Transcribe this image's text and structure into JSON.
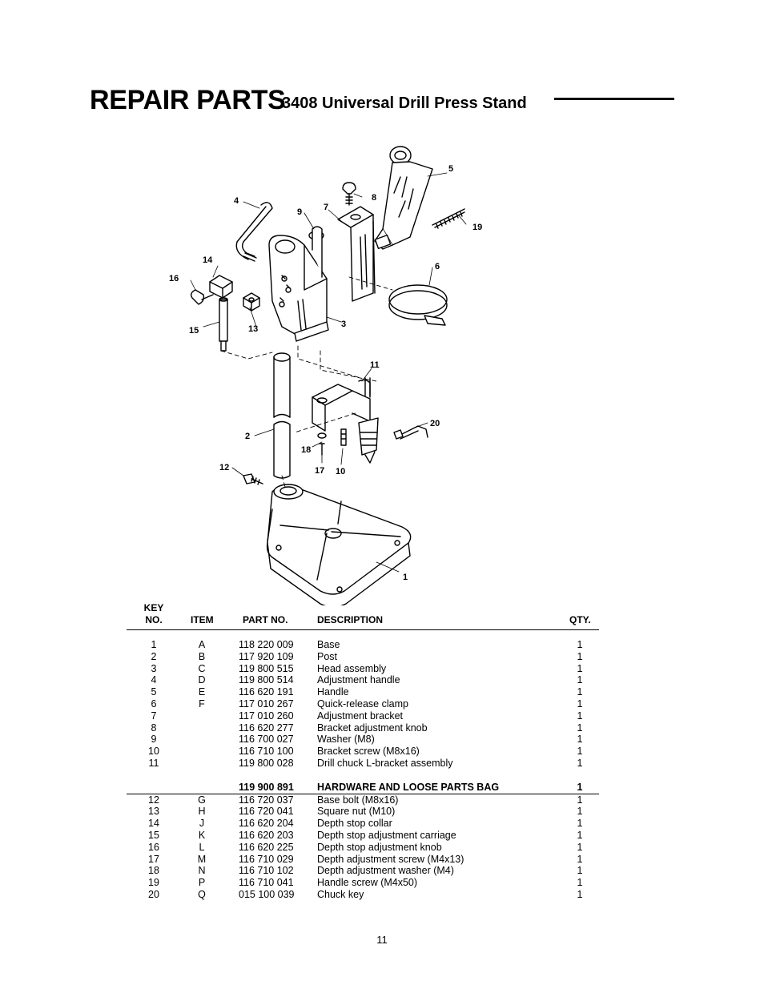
{
  "header": {
    "title": "REPAIR PARTS",
    "subtitle": "3408 Universal Drill Press Stand"
  },
  "diagram": {
    "callouts": [
      "1",
      "2",
      "3",
      "4",
      "5",
      "6",
      "7",
      "8",
      "9",
      "10",
      "11",
      "12",
      "13",
      "14",
      "15",
      "16",
      "17",
      "18",
      "19",
      "20"
    ]
  },
  "table": {
    "headers": {
      "key_line1": "KEY",
      "key_line2": "NO.",
      "item": "ITEM",
      "part": "PART NO.",
      "description": "DESCRIPTION",
      "qty": "QTY."
    },
    "rows_main": [
      {
        "key": "1",
        "item": "A",
        "part": "118 220 009",
        "description": "Base",
        "qty": "1"
      },
      {
        "key": "2",
        "item": "B",
        "part": "117 920 109",
        "description": "Post",
        "qty": "1"
      },
      {
        "key": "3",
        "item": "C",
        "part": "119 800 515",
        "description": "Head assembly",
        "qty": "1"
      },
      {
        "key": "4",
        "item": "D",
        "part": "119 800 514",
        "description": "Adjustment handle",
        "qty": "1"
      },
      {
        "key": "5",
        "item": "E",
        "part": "116 620 191",
        "description": "Handle",
        "qty": "1"
      },
      {
        "key": "6",
        "item": "F",
        "part": "117 010 267",
        "description": "Quick-release clamp",
        "qty": "1"
      },
      {
        "key": "7",
        "item": "",
        "part": "117 010 260",
        "description": "Adjustment bracket",
        "qty": "1"
      },
      {
        "key": "8",
        "item": "",
        "part": "116 620 277",
        "description": "Bracket adjustment knob",
        "qty": "1"
      },
      {
        "key": "9",
        "item": "",
        "part": "116 700 027",
        "description": "Washer (M8)",
        "qty": "1"
      },
      {
        "key": "10",
        "item": "",
        "part": "116 710 100",
        "description": "Bracket screw (M8x16)",
        "qty": "1"
      },
      {
        "key": "11",
        "item": "",
        "part": "119 800 028",
        "description": "Drill chuck L-bracket assembly",
        "qty": "1"
      }
    ],
    "bag_row": {
      "part": "119 900 891",
      "description": "HARDWARE AND LOOSE PARTS BAG",
      "qty": "1"
    },
    "rows_bag": [
      {
        "key": "12",
        "item": "G",
        "part": "116 720 037",
        "description": "Base bolt (M8x16)",
        "qty": "1"
      },
      {
        "key": "13",
        "item": "H",
        "part": "116 720 041",
        "description": "Square nut (M10)",
        "qty": "1"
      },
      {
        "key": "14",
        "item": "J",
        "part": "116 620 204",
        "description": "Depth stop collar",
        "qty": "1"
      },
      {
        "key": "15",
        "item": "K",
        "part": "116 620 203",
        "description": "Depth stop adjustment carriage",
        "qty": "1"
      },
      {
        "key": "16",
        "item": "L",
        "part": "116 620 225",
        "description": "Depth stop adjustment knob",
        "qty": "1"
      },
      {
        "key": "17",
        "item": "M",
        "part": "116 710 029",
        "description": "Depth adjustment screw (M4x13)",
        "qty": "1"
      },
      {
        "key": "18",
        "item": "N",
        "part": "116 710 102",
        "description": "Depth adjustment washer (M4)",
        "qty": "1"
      },
      {
        "key": "19",
        "item": "P",
        "part": "116 710 041",
        "description": "Handle screw (M4x50)",
        "qty": "1"
      },
      {
        "key": "20",
        "item": "Q",
        "part": "015 100 039",
        "description": "Chuck key",
        "qty": "1"
      }
    ]
  },
  "footer": {
    "page_number": "11"
  }
}
